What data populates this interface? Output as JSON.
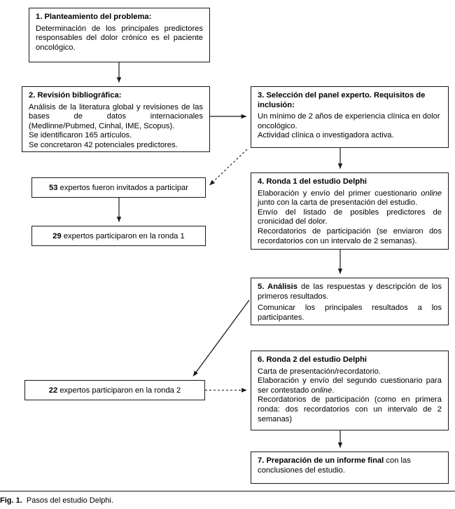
{
  "figure": {
    "caption_label": "Fig. 1.",
    "caption_text": "Pasos del estudio Delphi."
  },
  "nodes": {
    "n1": {
      "title": "1. Planteamiento del problema:",
      "body": "Determinación de los principales predictores responsables del dolor crónico es el paciente oncológico."
    },
    "n2": {
      "title": "2. Revisión bibliográfica:",
      "body1": "Análisis de la literatura global y revisiones de las bases de datos internacionales (Medlinne/Pubmed, Cinhal, IME, Scopus).",
      "body2": "Se identificaron 165 artículos.",
      "body3": "Se concretaron 42 potenciales predictores."
    },
    "n3": {
      "title": "3. Selección del panel experto. Requisitos de inclusión:",
      "body1": "Un mínimo de 2 años de experiencia clínica en dolor oncológico.",
      "body2": "Actividad clínica o investigadora activa."
    },
    "n4": {
      "title": "4. Ronda 1 del estudio Delphi",
      "body1_a": "Elaboración y envío del primer cuestionario ",
      "body1_i": "online",
      "body1_b": " junto con la carta de presentación del estudio.",
      "body2": "Envío del listado de posibles predictores de cronicidad del dolor.",
      "body3": "Recordatorios de participación (se enviaron dos recordatorios con un intervalo de 2 semanas)."
    },
    "n53": {
      "number": "53",
      "text": " expertos fueron invitados a participar"
    },
    "n29": {
      "number": "29",
      "text": " expertos participaron en la ronda 1"
    },
    "n5": {
      "lead": "5. Análisis",
      "title_rest": " de las respuestas y descripción de los primeros resultados.",
      "body2": "Comunicar los principales resultados a los participantes."
    },
    "n6": {
      "title": "6. Ronda 2 del estudio Delphi",
      "body1": "Carta de presentación/recordatorio.",
      "body2_a": "Elaboración y envío del segundo cuestionario para ser contestado ",
      "body2_i": "online",
      "body2_b": ".",
      "body3": "Recordatorios de participación (como en primera ronda: dos recordatorios con un intervalo de 2 semanas)"
    },
    "n22": {
      "number": "22",
      "text": " expertos participaron en la ronda 2"
    },
    "n7": {
      "lead": "7. Preparación de un informe final",
      "rest": " con las conclusiones del estudio."
    }
  },
  "connectors": [
    {
      "name": "arrow-n1-to-n2",
      "style": "solid",
      "from": "1. Planteamiento del problema",
      "to": "2. Revisión bibliográfica"
    },
    {
      "name": "arrow-n2-to-n3",
      "style": "solid",
      "from": "2. Revisión bibliográfica",
      "to": "3. Selección del panel experto"
    },
    {
      "name": "arrow-n3-to-n53",
      "style": "dotted",
      "from": "3. Selección del panel experto",
      "to": "53 expertos fueron invitados a participar"
    },
    {
      "name": "arrow-n53-to-n29",
      "style": "solid",
      "from": "53 expertos fueron invitados a participar",
      "to": "29 expertos participaron en la ronda 1"
    },
    {
      "name": "arrow-n3-to-n4",
      "style": "solid",
      "from": "3. Selección del panel experto",
      "to": "4. Ronda 1 del estudio Delphi"
    },
    {
      "name": "arrow-n4-to-n5",
      "style": "solid",
      "from": "4. Ronda 1 del estudio Delphi",
      "to": "5. Análisis de las respuestas"
    },
    {
      "name": "arrow-n5-to-n22",
      "style": "solid",
      "from": "5. Análisis de las respuestas",
      "to": "22 expertos participaron en la ronda 2"
    },
    {
      "name": "arrow-n22-to-n6",
      "style": "dotted",
      "from": "22 expertos participaron en la ronda 2",
      "to": "6. Ronda 2 del estudio Delphi"
    },
    {
      "name": "arrow-n6-to-n7",
      "style": "solid",
      "from": "6. Ronda 2 del estudio Delphi",
      "to": "7. Preparación de un informe final"
    }
  ],
  "colors": {
    "stroke": "#1a1a1a",
    "background": "#ffffff",
    "text": "#000000"
  }
}
